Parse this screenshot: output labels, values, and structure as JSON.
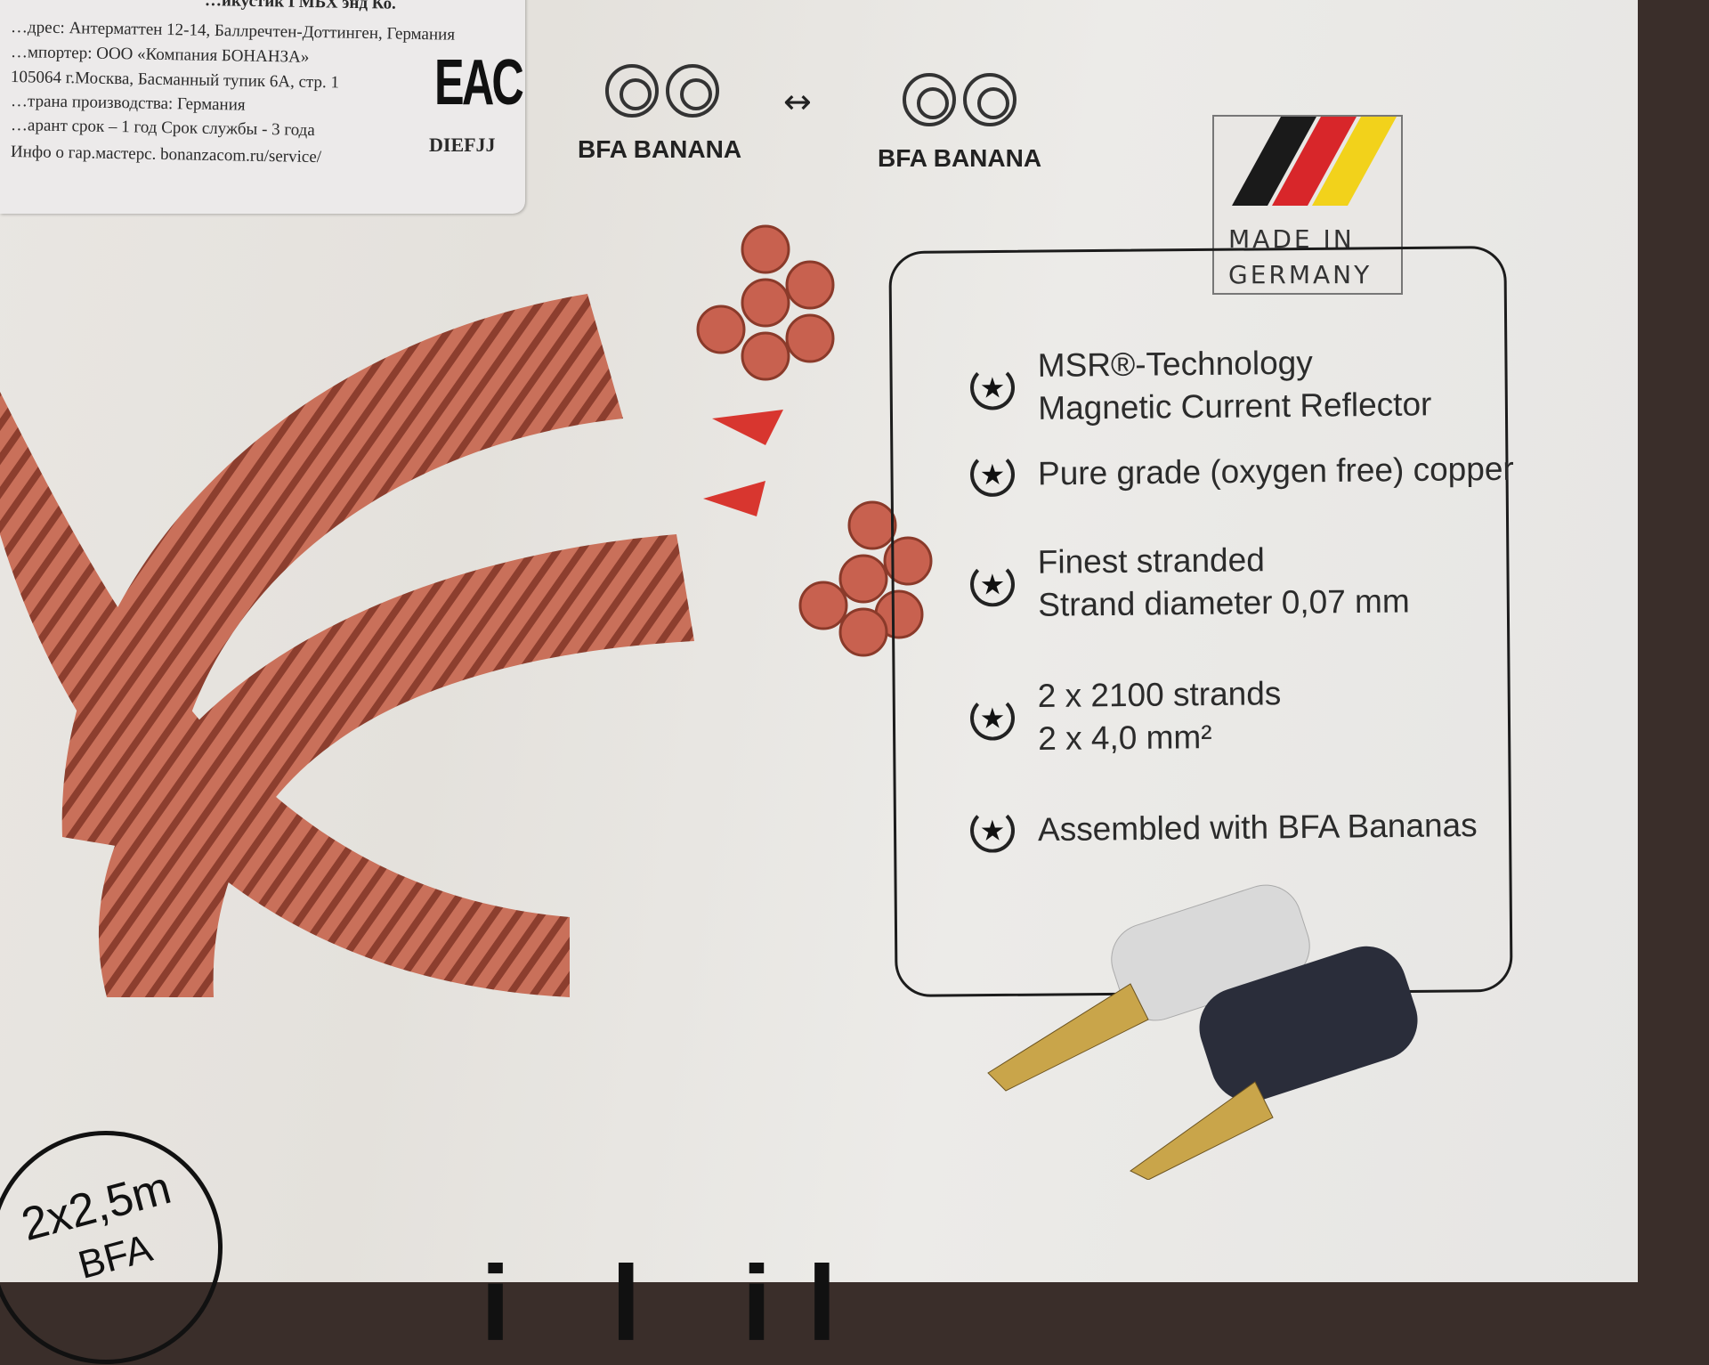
{
  "sticker": {
    "lines": [
      "…икустик ГМБХ энд Ко.",
      "…дрес: Антерматтен 12-14, Баллречтен-Доттинген, Германия",
      "…мпортер: ООО «Компания БОНАНЗА»",
      "105064 г.Москва, Басманный тупик 6А, стр. 1",
      "…трана производства: Германия",
      "…арант срок – 1 год Срок службы - 3 года",
      "Инфо о гар.мастерс. bonanzacom.ru/service/"
    ],
    "mark": "EAC",
    "code": "DIEFJJ"
  },
  "connectors": {
    "left_label": "BFA BANANA",
    "right_label": "BFA BANANA",
    "arrow": "↔"
  },
  "flag": {
    "text_line1": "MADE IN",
    "text_line2": "GERMANY",
    "colors": [
      "#1a1a1a",
      "#d8262a",
      "#f2d21b"
    ]
  },
  "features": [
    {
      "line1": "MSR®-Technology",
      "line2": "Magnetic Current Reflector"
    },
    {
      "line1": "Pure grade (oxygen free) copper"
    },
    {
      "line1": "Finest stranded",
      "line2": "Strand diameter 0,07 mm"
    },
    {
      "line1": "2 x 2100 strands",
      "line2": "2 x 4,0 mm²"
    },
    {
      "line1": "Assembled with BFA Bananas"
    }
  ],
  "badge": {
    "line1": "2x2,5m",
    "line2": "BFA"
  },
  "bottom_text": "i l il"
}
